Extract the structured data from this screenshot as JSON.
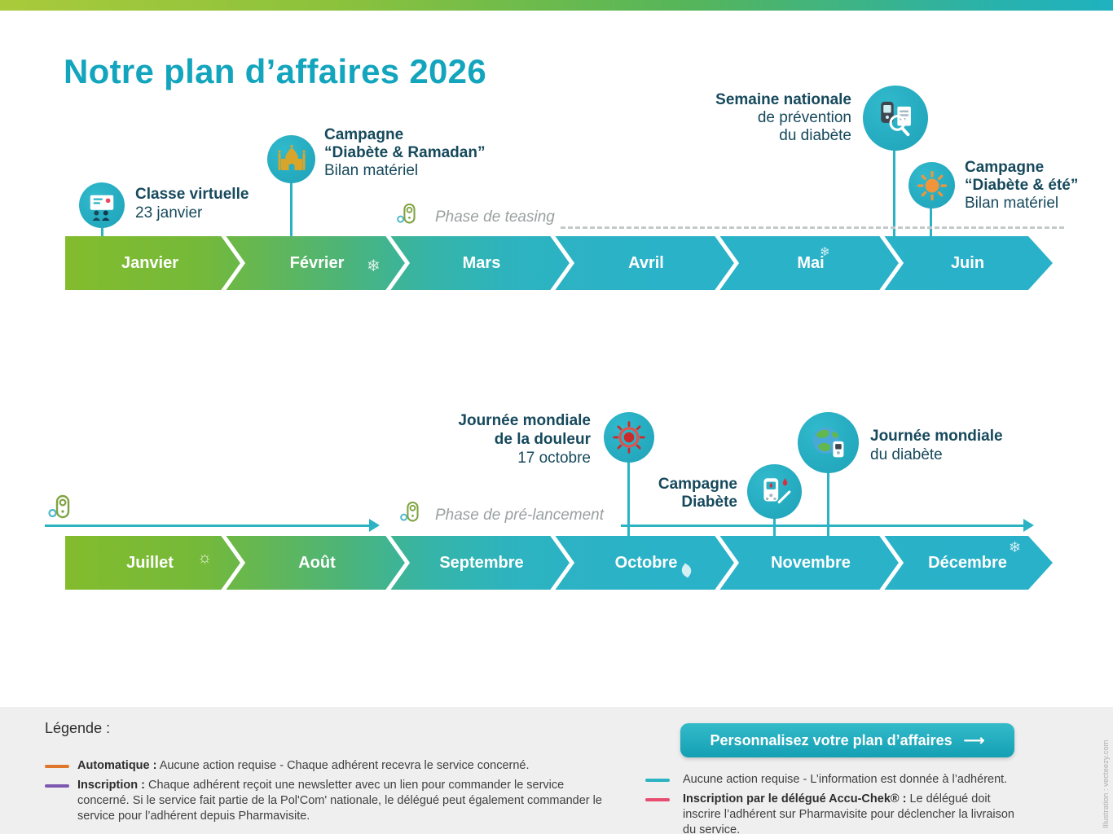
{
  "title": "Notre plan d’affaires 2026",
  "colors": {
    "teal": "#2bb3c4",
    "green": "#7cb82d",
    "dark_text": "#16495c",
    "title_teal": "#13a5bd",
    "legend_orange": "#e0762c",
    "legend_purple": "#7e57b0",
    "legend_teal": "#2bb3c4",
    "legend_pink": "#e84d6f"
  },
  "glyphs": {
    "snowflake": "❄",
    "sun": "☼"
  },
  "timeline1": {
    "months": [
      "Janvier",
      "Février",
      "Mars",
      "Avril",
      "Mai",
      "Juin"
    ],
    "phase_label": "Phase de teasing",
    "events": {
      "classe": {
        "line1": "Classe virtuelle",
        "line2": "23 janvier"
      },
      "ramadan": {
        "line1": "Campagne",
        "line2": "“Diabète & Ramadan”",
        "line3": "Bilan matériel"
      },
      "semaine": {
        "line1": "Semaine nationale",
        "line2": "de prévention",
        "line3": "du diabète"
      },
      "ete": {
        "line1": "Campagne",
        "line2": "“Diabète & été”",
        "line3": "Bilan matériel"
      }
    }
  },
  "timeline2": {
    "months": [
      "Juillet",
      "Août",
      "Septembre",
      "Octobre",
      "Novembre",
      "Décembre"
    ],
    "phase_label": "Phase de pré-lancement",
    "events": {
      "douleur": {
        "line1": "Journée mondiale",
        "line2": "de la douleur",
        "line3": "17 octobre"
      },
      "campagne": {
        "line1": "Campagne",
        "line2": "Diabète"
      },
      "mondial": {
        "line1": "Journée mondiale",
        "line2": "du diabète"
      }
    }
  },
  "legend": {
    "title": "Légende :",
    "items": [
      {
        "lead": "Automatique :",
        "text": " Aucune action requise - Chaque adhérent recevra le service concerné."
      },
      {
        "lead": "Inscription :",
        "text": " Chaque adhérent reçoit une newsletter avec un lien pour commander le service concerné. Si le service fait partie de la Pol'Com' nationale, le délégué peut également commander le service pour l’adhérent depuis Pharmavisite."
      }
    ],
    "right_items": [
      {
        "lead": "",
        "text": "Aucune action requise - L’information est donnée à l’adhérent."
      },
      {
        "lead": "Inscription par le délégué Accu-Chek® :",
        "text": " Le délégué doit inscrire l’adhérent sur Pharmavisite pour déclencher la livraison du service."
      }
    ],
    "button_label": "Personnalisez votre plan d’affaires",
    "button_arrow": "⟶"
  },
  "credit": "Illustration : vecteezy.com"
}
